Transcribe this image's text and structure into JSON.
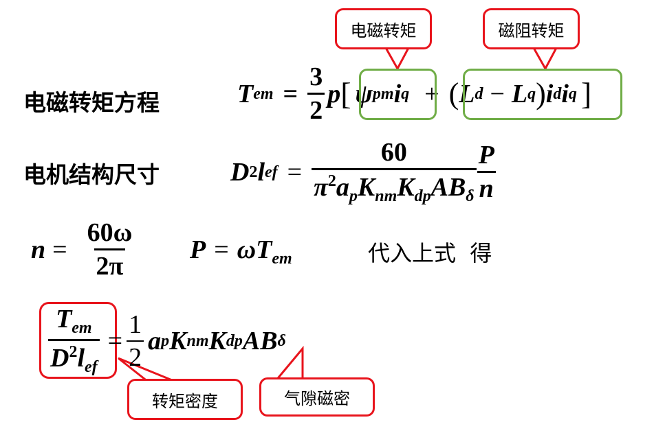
{
  "rows": {
    "torque_label": "电磁转矩方程",
    "size_label": "电机结构尺寸",
    "substitute_text": "代入上式  得"
  },
  "eq1": {
    "T": "T",
    "em": "em",
    "eq": "=",
    "num": "3",
    "den": "2",
    "p": "p",
    "lb": "[",
    "psi": "ψ",
    "pm": "pm",
    "i": "i",
    "q": "q",
    "plus": "+",
    "lp": "(",
    "L": "L",
    "d": "d",
    "minus": "−",
    "rp": ")",
    "rb": "]"
  },
  "eq2": {
    "D": "D",
    "two": "2",
    "l": "l",
    "ef": "ef",
    "eq": "=",
    "num": "60",
    "pi": "π",
    "a": "a",
    "p": "p",
    "K": "K",
    "nm": "nm",
    "dp": "dp",
    "AB": "AB",
    "delta": "δ",
    "P": "P",
    "n": "n"
  },
  "eq3": {
    "n": "n",
    "eq": "=",
    "num": "60ω",
    "den": "2π",
    "P": "P",
    "omegaT": "ωT",
    "em": "em"
  },
  "eq4": {
    "T": "T",
    "em": "em",
    "D": "D",
    "two": "2",
    "l": "l",
    "ef": "ef",
    "eq": "=",
    "half_num": "1",
    "half_den": "2",
    "a": "a",
    "p": "p",
    "K": "K",
    "nm": "nm",
    "dp": "dp",
    "AB": "AB",
    "delta": "δ"
  },
  "callouts": {
    "em_torque": "电磁转矩",
    "rel_torque": "磁阻转矩",
    "torque_density": "转矩密度",
    "airgap_flux": "气隙磁密"
  },
  "colors": {
    "callout": "#e8141c",
    "highlight": "#70ad47"
  }
}
